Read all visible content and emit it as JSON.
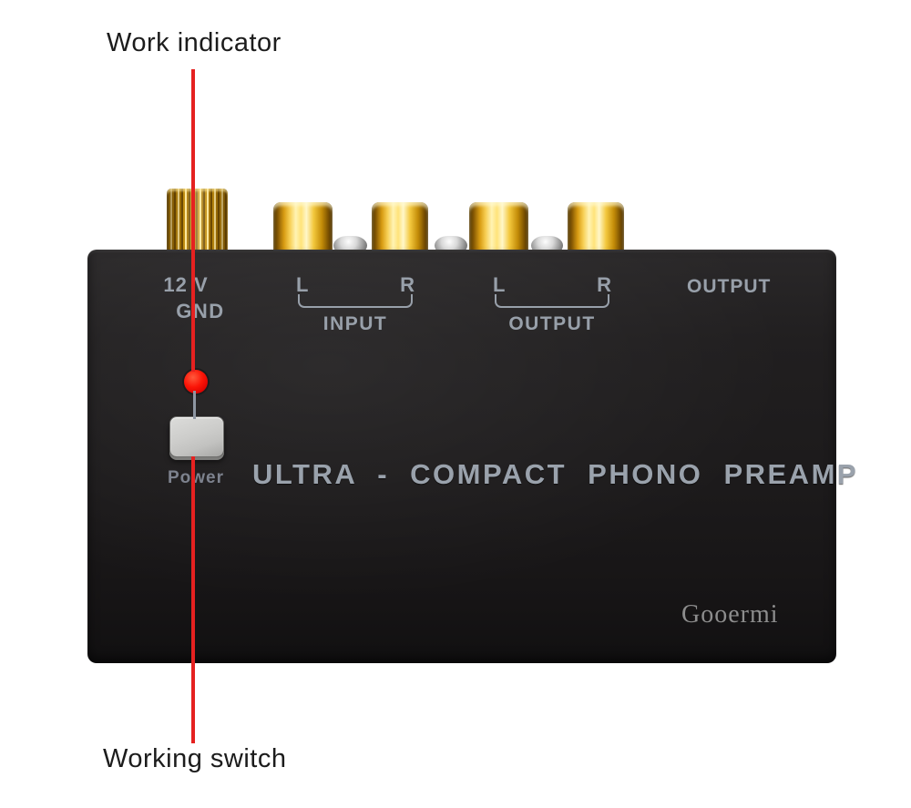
{
  "annotations": {
    "top_label": "Work indicator",
    "bottom_label": "Working switch",
    "line_color": "#e52120",
    "connector_line_color": "#8e96a2"
  },
  "device": {
    "title": "ULTRA - COMPACT PHONO PREAMP",
    "brand": "Gooermi",
    "panel": {
      "voltage_label": "12 V",
      "gnd_label": "GND",
      "input_group": {
        "left": "L",
        "right": "R",
        "label": "INPUT"
      },
      "output_group": {
        "left": "L",
        "right": "R",
        "label": "OUTPUT"
      },
      "output_right_label": "OUTPUT",
      "power_button_label": "Power"
    },
    "colors": {
      "body": "#1d1b1c",
      "panel_text": "#98a0aa",
      "led_red": "#f60505",
      "button_gray": "#c6c6c4",
      "connector_gold": "#e9bc3f",
      "brand_text": "#8d8d8d"
    }
  }
}
